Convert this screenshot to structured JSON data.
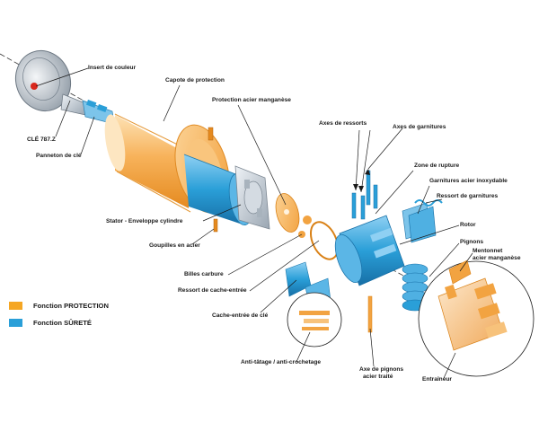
{
  "labels": {
    "insert_couleur": "Insert de couleur",
    "cle_787z": "CLÉ 787.Z",
    "panneton": "Panneton de clé",
    "capote": "Capote de protection",
    "protection_acier": "Protection acier manganèse",
    "axes_ressorts": "Axes de ressorts",
    "axes_garnitures": "Axes de garnitures",
    "zone_rupture": "Zone de rupture",
    "garnitures_inox": "Garnitures acier inoxydable",
    "ressort_garnitures": "Ressort de garnitures",
    "stator": "Stator - Enveloppe cylindre",
    "goupilles": "Goupilles en acier",
    "rotor": "Rotor",
    "pignons": "Pignons",
    "mentonnet_line1": "Mentonnet",
    "mentonnet_line2": "acier manganèse",
    "billes": "Billes carbure",
    "ressort_cache": "Ressort de cache-entrée",
    "cache_entree": "Cache-entrée de clé",
    "anti_tatage": "Anti-tâtage / anti-crochetage",
    "axe_pignons_line1": "Axe de pignons",
    "axe_pignons_line2": "acier traité",
    "entraineur": "Entraîneur"
  },
  "legend": [
    {
      "text": "Fonction PROTECTION",
      "color": "#f5a623"
    },
    {
      "text": "Fonction SÛRETÉ",
      "color": "#2a9fd8"
    }
  ],
  "colors": {
    "protection": "#f5a623",
    "protection_light": "#fbd08a",
    "surete": "#2a9fd8",
    "surete_light": "#9fd3ef",
    "metal": "#b9c3cc",
    "accent_red": "#d9271c",
    "leader": "#1a1a1a"
  }
}
